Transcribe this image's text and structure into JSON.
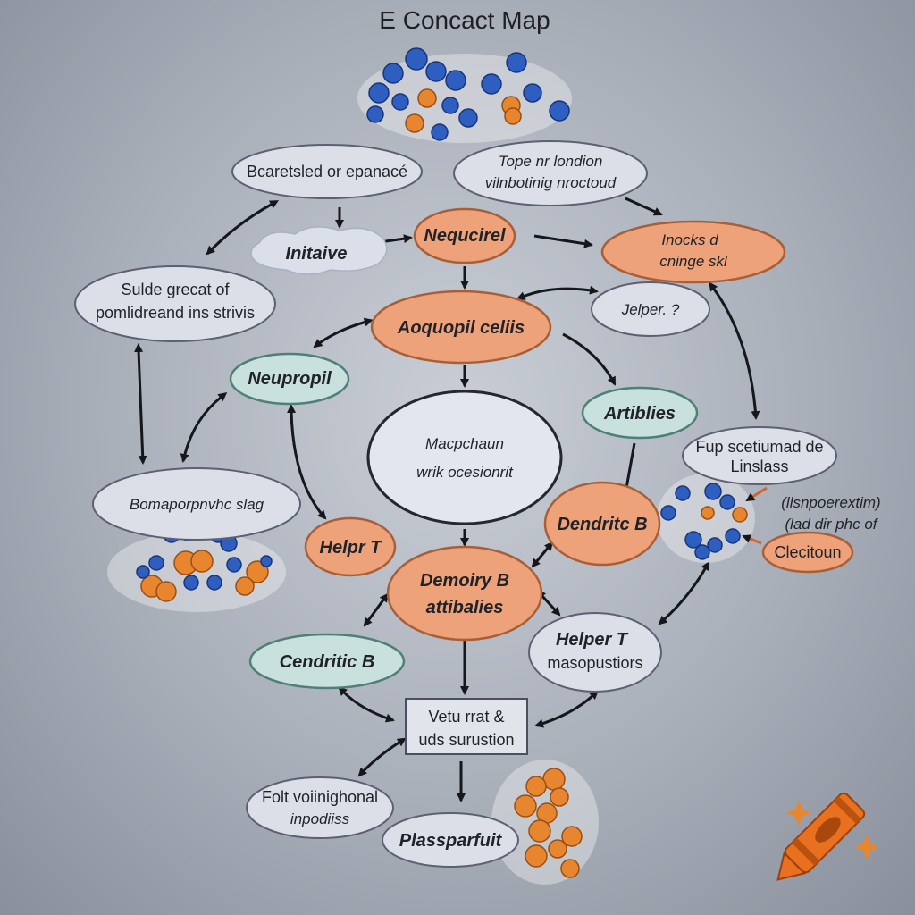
{
  "title": "E Concact Map",
  "nodes": {
    "top_left": [
      "Bcaretsled or epanacé"
    ],
    "top_right": [
      "Tope nr londion",
      "vilnbotinig nroctoud"
    ],
    "initiative": [
      "Initaive"
    ],
    "nequcirel": [
      "Nequcirel"
    ],
    "right_orange": [
      "Inocks d",
      "cninge skl"
    ],
    "left_oval": [
      "Sulde grecat of",
      "pomlidreand ins strivis"
    ],
    "aoquopil": [
      "Aoquopil celiis"
    ],
    "helper_q": [
      "Jelper. ?"
    ],
    "neupropil": [
      "Neupropil"
    ],
    "artiblies": [
      "Artiblies"
    ],
    "center": [
      "Macpchaun",
      "wrik ocesionrit"
    ],
    "fup": [
      "Fup scetiumad de",
      "Linslass"
    ],
    "bomap": [
      "Bomaporpnvhc slag"
    ],
    "helpr_t": [
      "Helpr T"
    ],
    "dendritic_b_right": [
      "Dendritc B"
    ],
    "side_note": [
      "(llsnpoerextim)",
      "(lad dir phc of"
    ],
    "clecitoun": [
      "Clecitoun"
    ],
    "demoiry": [
      "Demoiry B",
      "attibalies"
    ],
    "cendritic_b": [
      "Cendritic B"
    ],
    "helper_t": [
      "Helper T",
      "masopustiors"
    ],
    "vetu_box": [
      "Vetu rrat &",
      "uds surustion"
    ],
    "folt": [
      "Folt voiinighonal",
      "inpodiiss"
    ],
    "plasparfuit": [
      "Plassparfuit"
    ]
  },
  "icons": [
    "molecule-cluster-icon",
    "crayon-icon",
    "sparkle-icon"
  ],
  "colors": {
    "background": "#a9afb9",
    "grey_node": "#dcdfe8",
    "orange_node": "#eda27a",
    "teal_node": "#c9e1dc",
    "molecule_blue": "#2e5fc0",
    "molecule_orange": "#e8862f",
    "crayon": "#e8701f"
  }
}
